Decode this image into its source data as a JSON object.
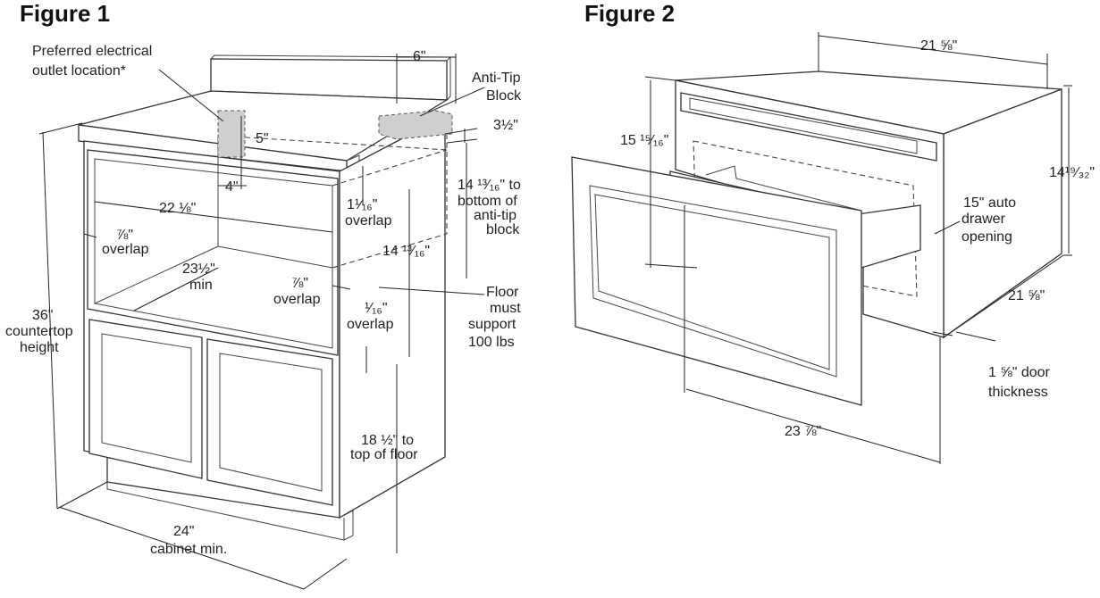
{
  "figure1": {
    "title": "Figure 1",
    "labels": {
      "outlet_line1": "Preferred electrical",
      "outlet_line2": "outlet location*",
      "six_in": "6\"",
      "antitip_line1": "Anti-Tip",
      "antitip_line2": "Block",
      "three_half": "3½\"",
      "five_in": "5\"",
      "four_in": "4\"",
      "width_22": "22 ⅛\"",
      "overlap_1_1_16_a": "1¹⁄₁₆\"",
      "overlap_1_1_16_b": "overlap",
      "to_antitip_line1": "14 ¹³⁄₁₆\" to",
      "to_antitip_line2": "bottom of",
      "to_antitip_line3": "anti-tip",
      "to_antitip_line4": "block",
      "left_overlap_a": "⅞\"",
      "left_overlap_b": "overlap",
      "height_14": "14 ¹³⁄₁₆\"",
      "depth_23_a": "23½\"",
      "depth_23_b": "min",
      "right_overlap_a": "⅞\"",
      "right_overlap_b": "overlap",
      "floor_line1": "Floor",
      "floor_line2": "must",
      "floor_line3": "support",
      "floor_line4": "100 lbs",
      "bottom_overlap_a": "¹⁄₁₆\"",
      "bottom_overlap_b": "overlap",
      "countertop_line1": "36\"",
      "countertop_line2": "countertop",
      "countertop_line3": "height",
      "floor_height_line1": "18 ½\" to",
      "floor_height_line2": "top of floor",
      "cabinet_line1": "24\"",
      "cabinet_line2": "cabinet min."
    }
  },
  "figure2": {
    "title": "Figure 2",
    "labels": {
      "top_width": "21 ⅝\"",
      "front_height": "15 ¹⁵⁄₁₆\"",
      "overall_height": "14¹⁹⁄₃₂\"",
      "drawer_line1": "15\" auto",
      "drawer_line2": "drawer",
      "drawer_line3": "opening",
      "depth": "21 ⅝\"",
      "door_line1": "1 ⅝\" door",
      "door_line2": "thickness",
      "front_width": "23 ⅞\""
    }
  },
  "colors": {
    "line": "#333333",
    "shading": "#cfcfcf",
    "background": "#ffffff"
  }
}
